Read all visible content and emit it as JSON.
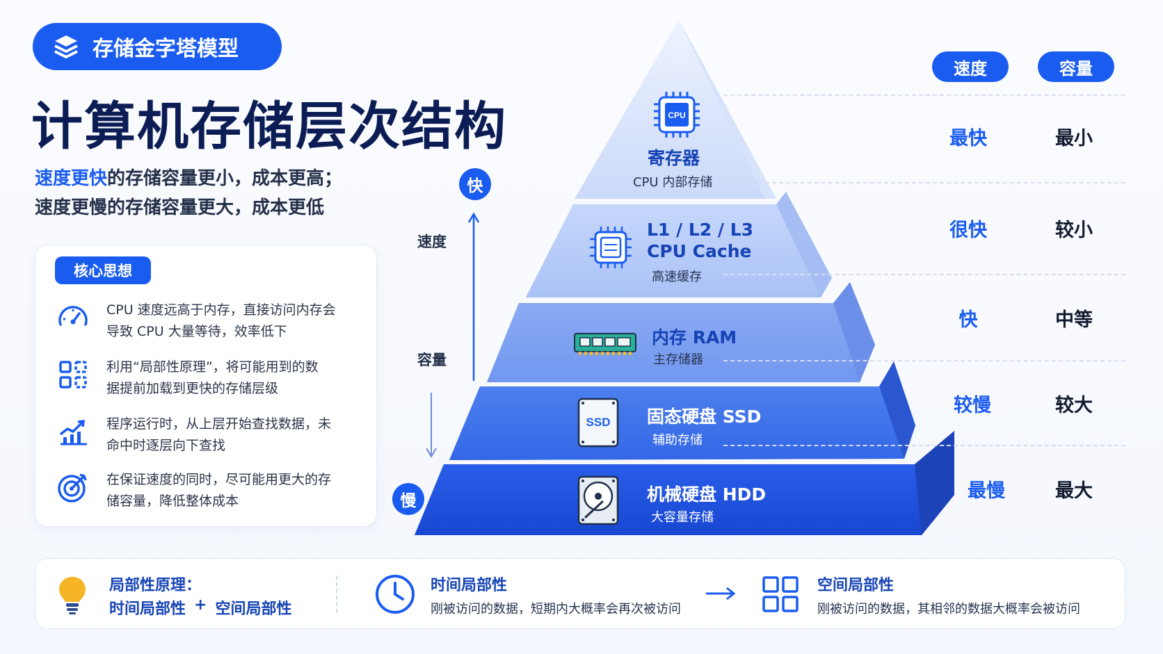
{
  "badge": {
    "label": "存储金字塔模型",
    "icon": "layers-icon"
  },
  "title": "计算机存储层次结构",
  "subtitle": {
    "line1_hl": "速度更快",
    "line1_rest": "的存储容量更小，成本更高；",
    "line2": "速度更慢的存储容量更大，成本更低"
  },
  "core": {
    "tag": "核心思想",
    "items": [
      {
        "icon": "speedometer-icon",
        "line1": "CPU 速度远高于内存，直接访问内存会",
        "line2": "导致 CPU 大量等待，效率低下"
      },
      {
        "icon": "grid-icon",
        "line1": "利用“局部性原理”，将可能用到的数",
        "line2": "据提前加载到更快的存储层级"
      },
      {
        "icon": "growth-chart-icon",
        "line1": "程序运行时，从上层开始查找数据，未",
        "line2": "命中时逐层向下查找"
      },
      {
        "icon": "target-icon",
        "line1": "在保证速度的同时，尽可能用更大的存",
        "line2": "储容量，降低整体成本"
      }
    ]
  },
  "axis": {
    "fast": "快",
    "slow": "慢",
    "speed": "速度",
    "capacity": "容量"
  },
  "tiers": [
    {
      "icon": "cpu-icon",
      "icon_text": "CPU",
      "title": "寄存器",
      "sub": "CPU 内部存储"
    },
    {
      "icon": "chip-icon",
      "title": "L1 / L2 / L3",
      "title2": "CPU Cache",
      "sub": "高速缓存"
    },
    {
      "icon": "ram-icon",
      "title": "内存 RAM",
      "sub": "主存储器"
    },
    {
      "icon": "ssd-icon",
      "icon_text": "SSD",
      "title": "固态硬盘 SSD",
      "sub": "辅助存储"
    },
    {
      "icon": "hdd-icon",
      "title": "机械硬盘 HDD",
      "sub": "大容量存储"
    }
  ],
  "columns": {
    "speed": "速度",
    "capacity": "容量"
  },
  "rows": [
    {
      "speed": "最快",
      "capacity": "最小"
    },
    {
      "speed": "很快",
      "capacity": "较小"
    },
    {
      "speed": "快",
      "capacity": "中等"
    },
    {
      "speed": "较慢",
      "capacity": "较大"
    },
    {
      "speed": "最慢",
      "capacity": "最大"
    }
  ],
  "locality": {
    "icon": "lightbulb-icon",
    "label": "局部性原理：",
    "formula_a": "时间局部性",
    "formula_plus": "+",
    "formula_b": "空间局部性",
    "temporal": {
      "icon": "clock-icon",
      "title": "时间局部性",
      "desc": "刚被访问的数据，短期内大概率会再次被访问"
    },
    "spatial": {
      "icon": "grid-icon",
      "title": "空间局部性",
      "desc": "刚被访问的数据，其相邻的数据大概率会被访问"
    }
  },
  "colors": {
    "accent": "#1a5cf0",
    "title": "#0b1d54"
  }
}
